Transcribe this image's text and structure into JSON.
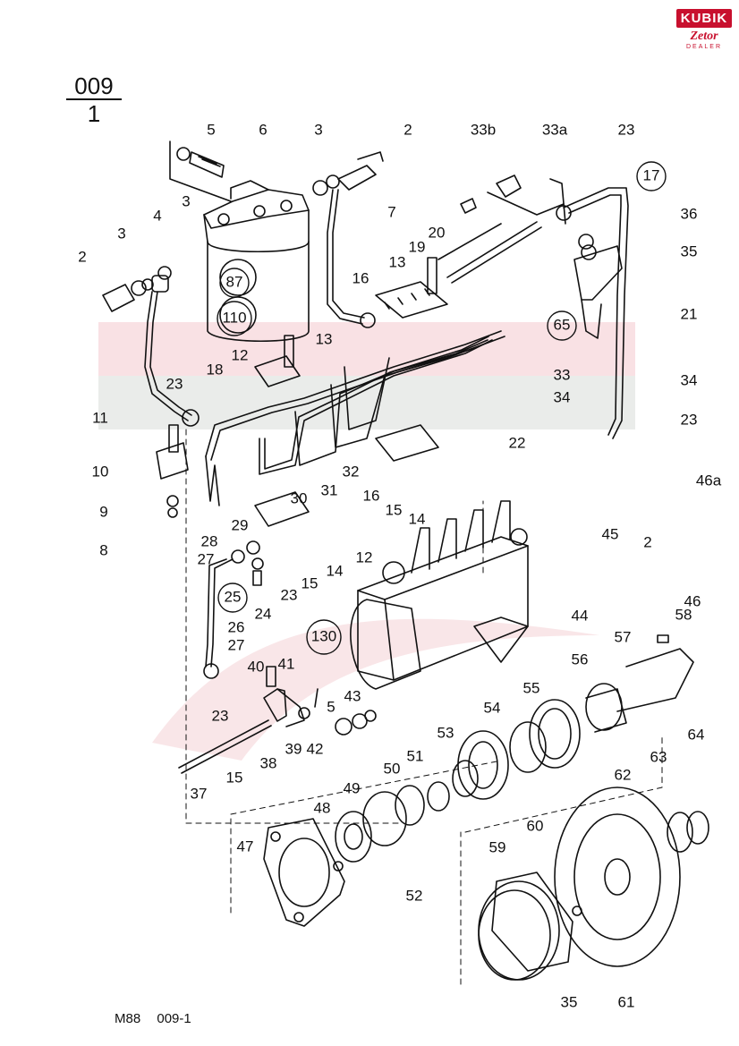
{
  "figure": {
    "number": "009",
    "sub": "1"
  },
  "logo": {
    "brand": "KUBIK",
    "make": "Zetor",
    "tag": "DEALER"
  },
  "footer": {
    "model": "M88",
    "page": "009-1"
  },
  "callouts": [
    "5",
    "6",
    "3",
    "2",
    "33b",
    "33a",
    "23",
    "17",
    "3",
    "4",
    "3",
    "2",
    "36",
    "35",
    "7",
    "20",
    "19",
    "13",
    "87",
    "110",
    "16",
    "65",
    "21",
    "13",
    "12",
    "18",
    "23",
    "33",
    "34",
    "11",
    "23",
    "22",
    "34",
    "10",
    "9",
    "8",
    "32",
    "31",
    "30",
    "29",
    "16",
    "15",
    "14",
    "28",
    "12",
    "27",
    "14",
    "15",
    "23",
    "25",
    "24",
    "26",
    "27",
    "23",
    "40",
    "41",
    "130",
    "46a",
    "45",
    "46",
    "2",
    "44",
    "58",
    "57",
    "56",
    "55",
    "54",
    "53",
    "5",
    "43",
    "42",
    "39",
    "38",
    "15",
    "37",
    "51",
    "50",
    "49",
    "48",
    "47",
    "52",
    "59",
    "60",
    "62",
    "63",
    "64",
    "35",
    "61"
  ],
  "colors": {
    "line": "#111111",
    "watermark_red": "#e8b4ba",
    "watermark_gray": "#cfd3cf",
    "brand": "#c8102e"
  }
}
